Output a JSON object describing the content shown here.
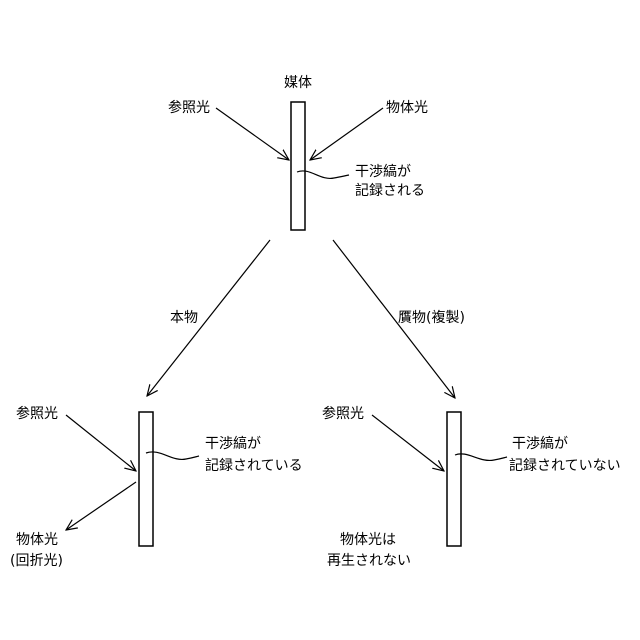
{
  "top": {
    "medium": "媒体",
    "reference_light": "参照光",
    "object_light": "物体光",
    "fringe_line1": "干渉縞が",
    "fringe_line2": "記録される"
  },
  "branches": {
    "genuine": "本物",
    "counterfeit": "贋物(複製)"
  },
  "left": {
    "reference_light": "参照光",
    "fringe_line1": "干渉縞が",
    "fringe_line2": "記録されている",
    "object_light_line1": "物体光",
    "object_light_line2": "(回折光)"
  },
  "right": {
    "reference_light": "参照光",
    "fringe_line1": "干渉縞が",
    "fringe_line2": "記録されていない",
    "object_light_line1": "物体光は",
    "object_light_line2": "再生されない"
  },
  "colors": {
    "ink": "#000000",
    "background": "#ffffff"
  }
}
